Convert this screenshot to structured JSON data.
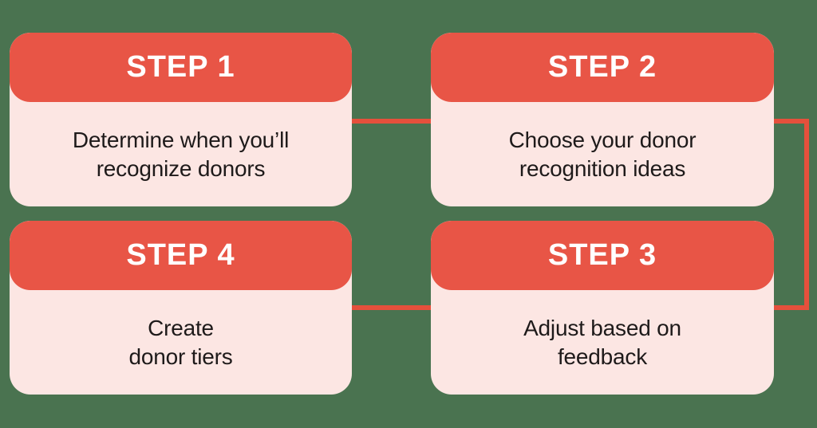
{
  "diagram_title": "Donor recognition steps flow",
  "colors": {
    "background": "#4A7350",
    "card_header": "#E85546",
    "card_body": "#FCE6E3",
    "connector": "#E5503C",
    "header_text": "#FFFFFF",
    "body_text": "#1E1A1A"
  },
  "steps": [
    {
      "label": "STEP 1",
      "text": "Determine when you’ll\nrecognize donors",
      "position": "top-left"
    },
    {
      "label": "STEP 2",
      "text": "Choose your donor\nrecognition ideas",
      "position": "top-right"
    },
    {
      "label": "STEP 3",
      "text": "Adjust based on\nfeedback",
      "position": "bottom-right"
    },
    {
      "label": "STEP 4",
      "text": "Create\ndonor tiers",
      "position": "bottom-left"
    }
  ],
  "connectors": [
    {
      "from": "STEP 1",
      "to": "STEP 2"
    },
    {
      "from": "STEP 2",
      "to": "STEP 3"
    },
    {
      "from": "STEP 3",
      "to": "STEP 4"
    }
  ]
}
